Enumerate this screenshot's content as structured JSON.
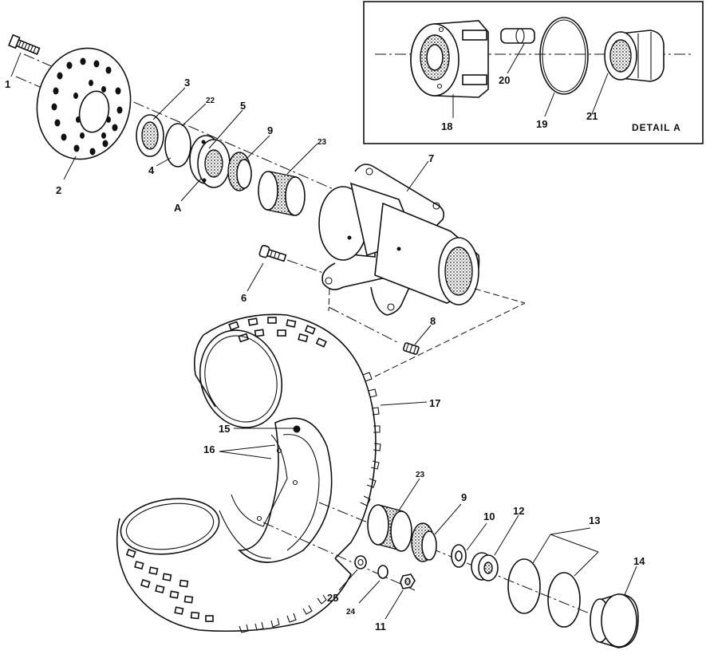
{
  "diagram": {
    "detail_title": "DETAIL A",
    "callouts": [
      {
        "id": "c1",
        "text": "1"
      },
      {
        "id": "c2",
        "text": "2"
      },
      {
        "id": "c3",
        "text": "3"
      },
      {
        "id": "c22",
        "text": "22"
      },
      {
        "id": "c5",
        "text": "5"
      },
      {
        "id": "c9a",
        "text": "9"
      },
      {
        "id": "c23a",
        "text": "23"
      },
      {
        "id": "c4",
        "text": "4"
      },
      {
        "id": "cA",
        "text": "A"
      },
      {
        "id": "c7",
        "text": "7"
      },
      {
        "id": "c6",
        "text": "6"
      },
      {
        "id": "c8",
        "text": "8"
      },
      {
        "id": "c17",
        "text": "17"
      },
      {
        "id": "c15",
        "text": "15"
      },
      {
        "id": "c16",
        "text": "16"
      },
      {
        "id": "c23b",
        "text": "23"
      },
      {
        "id": "c9b",
        "text": "9"
      },
      {
        "id": "c10",
        "text": "10"
      },
      {
        "id": "c12",
        "text": "12"
      },
      {
        "id": "c13",
        "text": "13"
      },
      {
        "id": "c14",
        "text": "14"
      },
      {
        "id": "c25",
        "text": "25"
      },
      {
        "id": "c24",
        "text": "24"
      },
      {
        "id": "c11",
        "text": "11"
      },
      {
        "id": "c18",
        "text": "18"
      },
      {
        "id": "c20",
        "text": "20"
      },
      {
        "id": "c19",
        "text": "19"
      },
      {
        "id": "c21",
        "text": "21"
      }
    ]
  }
}
